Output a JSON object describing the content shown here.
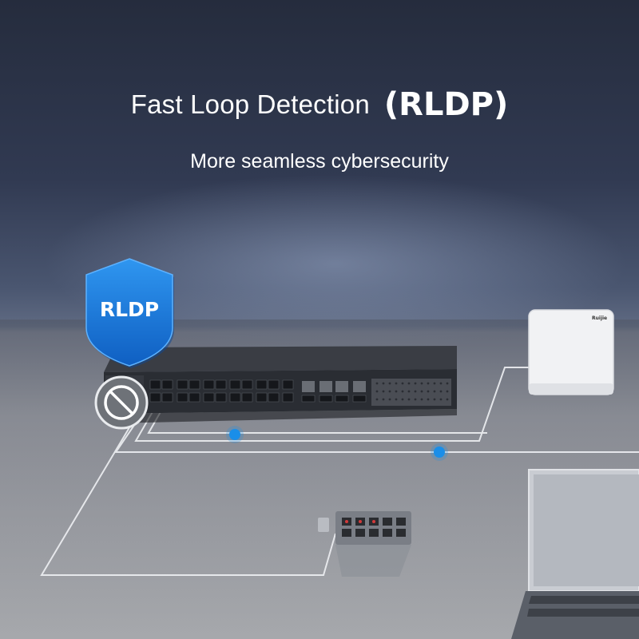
{
  "headline": {
    "title": "Fast Loop Detection",
    "title_paren": "(RLDP)",
    "subtitle": "More seamless cybersecurity"
  },
  "badge": {
    "label": "RLDP",
    "icon": "shield-icon",
    "color": "#1e7fe0"
  },
  "blocked_port": {
    "icon": "prohibited-icon"
  },
  "access_point": {
    "brand": "Ruijie"
  },
  "colors": {
    "link_dot": "#1a8ee8",
    "cable": "#e9ecef",
    "switch_body": "#2c2f35"
  }
}
